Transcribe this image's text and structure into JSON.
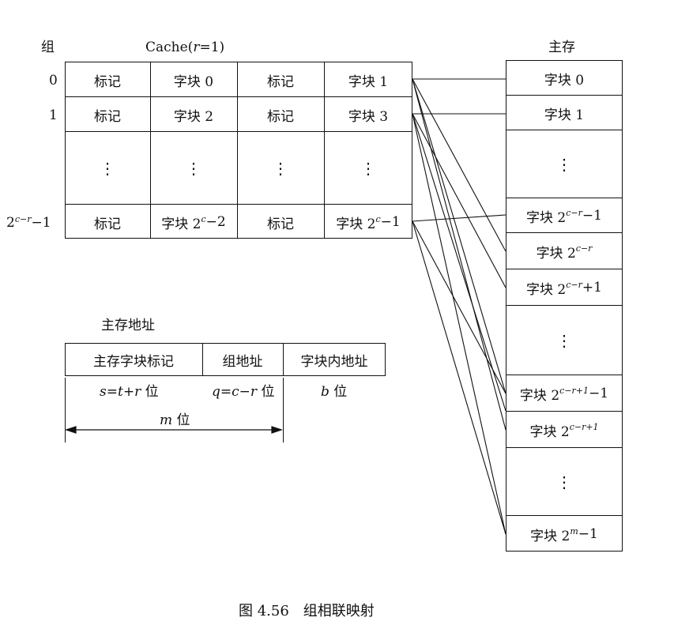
{
  "figure": {
    "caption": "图 4.56　组相联映射"
  },
  "cache": {
    "group_header": "组",
    "title": "Cache(r=1)",
    "row_labels": [
      "0",
      "1",
      "2^{c-r}−1"
    ],
    "rows": [
      [
        "标记",
        "字块 0",
        "标记",
        "字块 1"
      ],
      [
        "标记",
        "字块 2",
        "标记",
        "字块 3"
      ],
      [
        "⋮",
        "⋮",
        "⋮",
        "⋮"
      ],
      [
        "标记",
        "字块 2^c−2",
        "标记",
        "字块 2^c−1"
      ]
    ]
  },
  "main_memory": {
    "title": "主存",
    "blocks": [
      "字块 0",
      "字块 1",
      "⋮",
      "字块 2^{c−r}−1",
      "字块 2^{c−r}",
      "字块 2^{c−r}+1",
      "⋮",
      "字块 2^{c−r+1}−1",
      "字块 2^{c−r+1}",
      "⋮",
      "字块 2^m−1"
    ]
  },
  "address": {
    "title": "主存地址",
    "fields": [
      "主存字块标记",
      "组地址",
      "字块内地址"
    ],
    "widths": [
      "s=t+r 位",
      "q=c−r 位",
      "b 位"
    ],
    "total": "m 位"
  }
}
